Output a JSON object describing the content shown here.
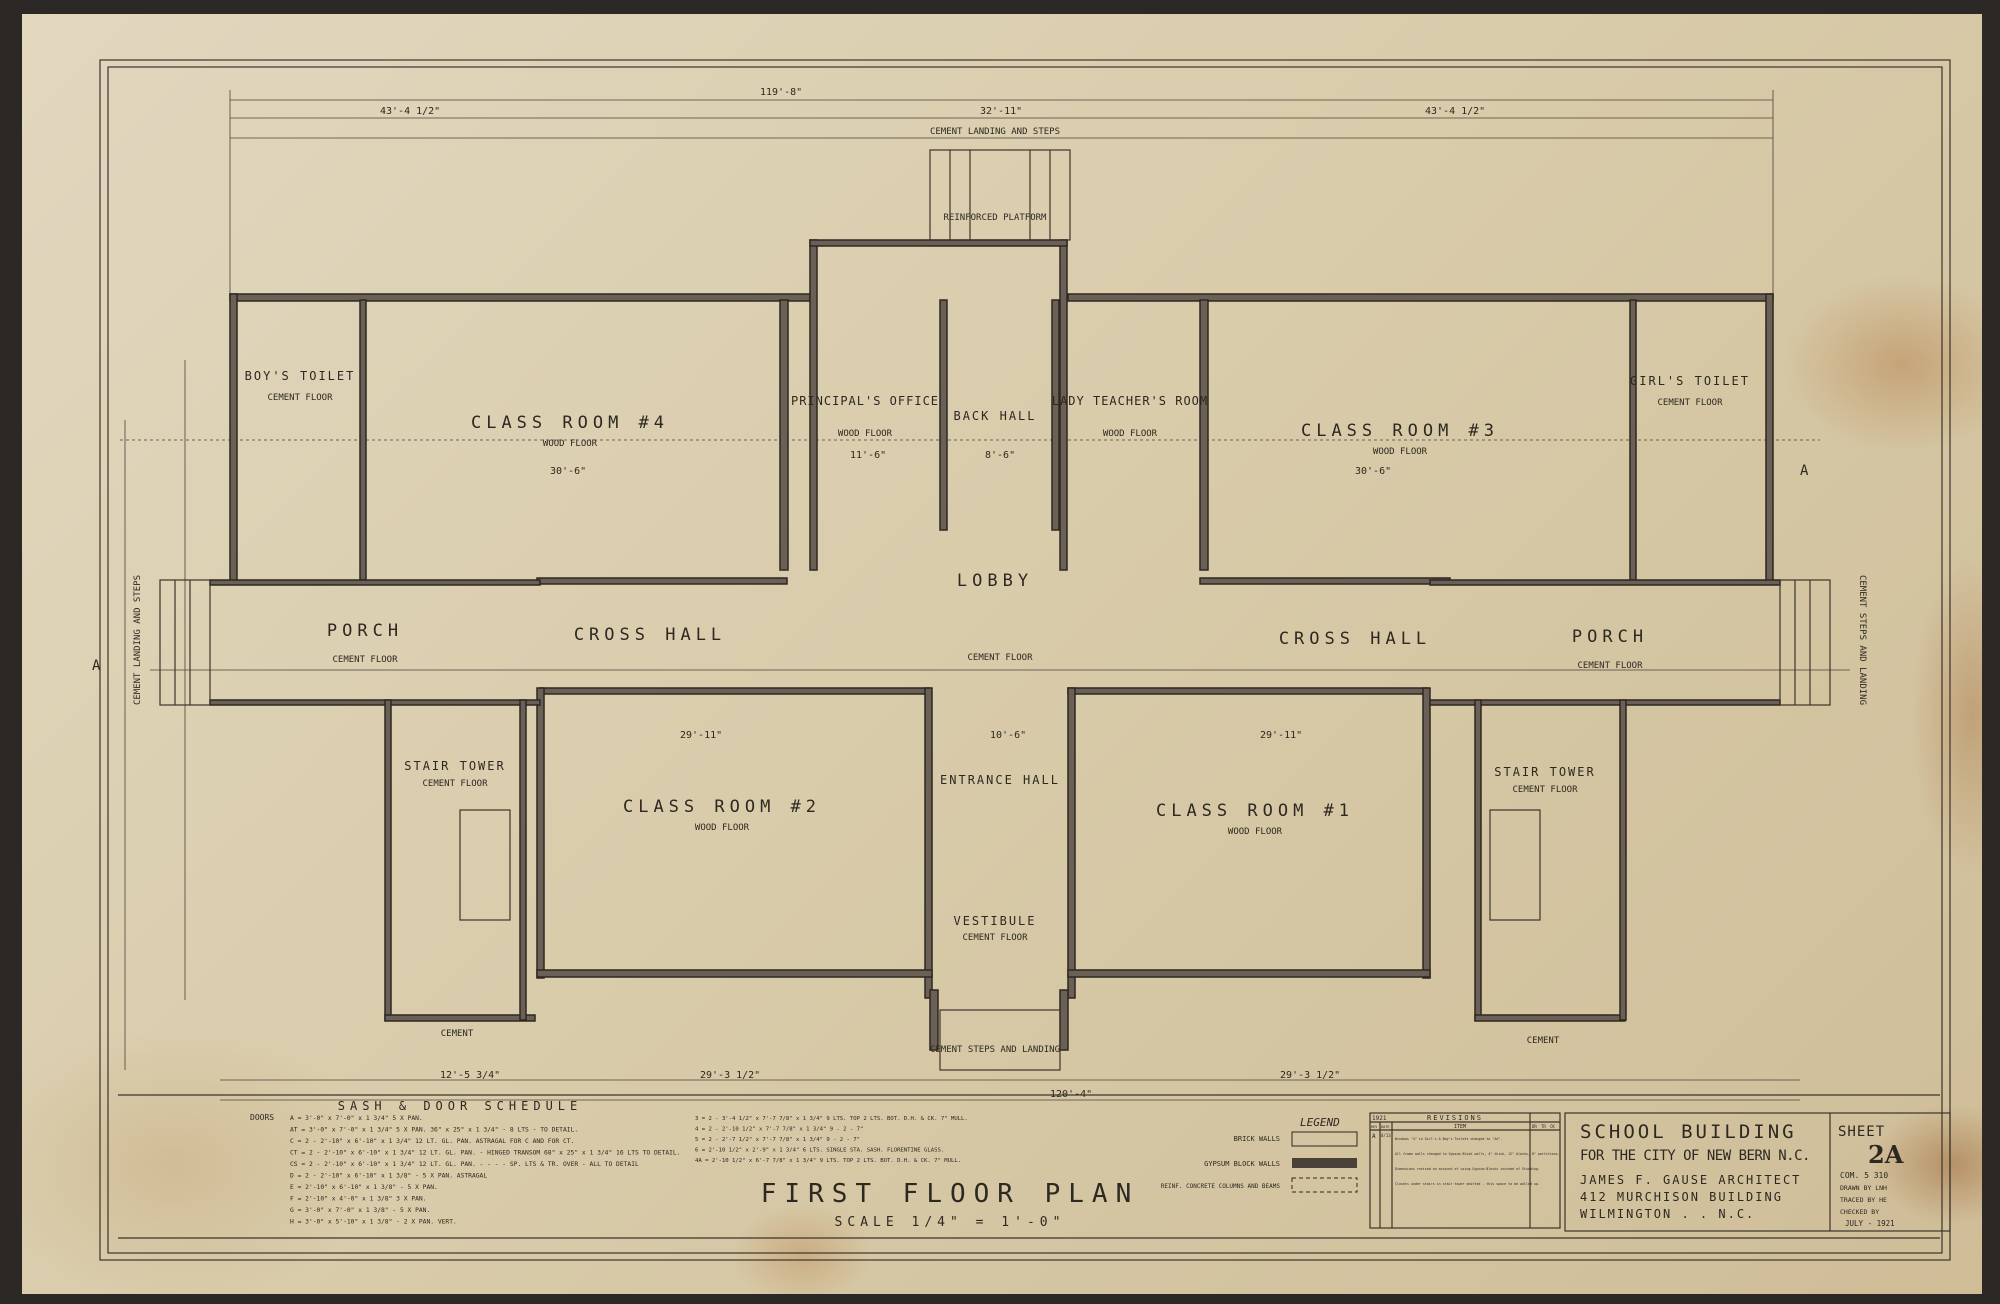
{
  "title_block": {
    "line1": "SCHOOL BUILDING",
    "line2": "FOR THE CITY OF NEW BERN N.C.",
    "line3": "JAMES F. GAUSE ARCHITECT",
    "line4": "412 MURCHISON BUILDING",
    "line5": "WILMINGTON . . N.C.",
    "sheet_label": "SHEET",
    "sheet_no": "2A",
    "com": "COM. 5 310",
    "drawn_by": "DRAWN BY LNH",
    "traced_by": "TRACED BY HE",
    "checked_by": "CHECKED BY",
    "date": "JULY - 1921"
  },
  "plan_title": "FIRST FLOOR PLAN",
  "scale": "SCALE 1/4\" = 1'-0\"",
  "dimensions": {
    "overall_top": "119'-8\"",
    "overall_bottom": "120'-4\"",
    "left_wing": "43'-4 1/2\"",
    "right_wing": "43'-4 1/2\"",
    "center_top": "32'-11\"",
    "classroom_width": "30'-6\"",
    "office_width": "11'-6\"",
    "back_hall_width": "8'-6\"",
    "entrance_width": "10'-6\"",
    "lower_class_width": "29'-11\"",
    "left_bottom": "29'-3 1/2\"",
    "right_bottom": "29'-3 1/2\"",
    "stair_width": "12'-5 3/4\""
  },
  "rooms": {
    "boys_toilet": "BOY'S TOILET",
    "boys_floor": "CEMENT FLOOR",
    "class4": "CLASS ROOM #4",
    "class4_floor": "WOOD FLOOR",
    "principal": "PRINCIPAL'S OFFICE",
    "principal_floor": "WOOD FLOOR",
    "back_hall": "BACK HALL",
    "lady": "LADY TEACHER'S ROOM",
    "lady_floor": "WOOD FLOOR",
    "class3": "CLASS ROOM #3",
    "class3_floor": "WOOD FLOOR",
    "girls_toilet": "GIRL'S TOILET",
    "girls_floor": "CEMENT FLOOR",
    "lobby": "LOBBY",
    "lobby_floor": "CEMENT FLOOR",
    "porch_l": "PORCH",
    "porch_l_floor": "CEMENT FLOOR",
    "porch_r": "PORCH",
    "porch_r_floor": "CEMENT FLOOR",
    "cross_l": "CROSS HALL",
    "cross_r": "CROSS HALL",
    "class2": "CLASS ROOM #2",
    "class2_floor": "WOOD FLOOR",
    "class1": "CLASS ROOM #1",
    "class1_floor": "WOOD FLOOR",
    "entrance": "ENTRANCE HALL",
    "vestibule": "VESTIBULE",
    "vestibule_floor": "CEMENT FLOOR",
    "stair_l": "STAIR TOWER",
    "stair_l_floor": "CEMENT FLOOR",
    "stair_r": "STAIR TOWER",
    "stair_r_floor": "CEMENT FLOOR",
    "landing_top": "CEMENT LANDING AND STEPS",
    "platform": "REINFORCED PLATFORM",
    "steps_bottom": "CEMENT STEPS AND LANDING",
    "cement_l": "CEMENT",
    "cement_r": "CEMENT",
    "landing_l": "CEMENT LANDING AND STEPS",
    "landing_r": "CEMENT STEPS AND LANDING",
    "section_a": "A"
  },
  "schedule": {
    "title": "SASH & DOOR SCHEDULE",
    "doors_label": "DOORS",
    "rows": [
      "A = 3'-0\" x 7'-0\" x 1 3/4\" 5 X PAN.",
      "AT = 3'-0\" x 7'-0\" x 1 3/4\" 5 X PAN. 36\" x 25\" x 1 3/4\" - 8 LTS - TO DETAIL.",
      "C = 2 - 2'-10\" x 6'-10\" x 1 3/4\" 12 LT. GL. PAN. ASTRAGAL FOR C AND FOR CT.",
      "CT = 2 - 2'-10\" x 6'-10\" x 1 3/4\" 12 LT. GL. PAN. - HINGED TRANSOM 68\" x 25\" x 1 3/4\" 16 LTS TO DETAIL.",
      "CS = 2 - 2'-10\" x 6'-10\" x 1 3/4\" 12 LT. GL. PAN. - - - - SP. LTS & TR. OVER - ALL TO DETAIL",
      "D = 2 - 2'-10\" x 6'-10\" x 1 3/8\" - 5 X PAN. ASTRAGAL",
      "E = 2'-10\" x 6'-10\" x 1 3/8\" - 5 X PAN.",
      "F = 2'-10\" x 4'-0\" x 1 3/8\" 3 X PAN.",
      "G = 3'-0\" x 7'-0\" x 1 3/8\" - 5 X PAN.",
      "H = 3'-0\" x 5'-10\" x 1 3/8\" - 2 X PAN. VERT."
    ],
    "sash": [
      "3 = 2 - 3'-4 1/2\" x 7'-7 7/8\" x 1 3/4\" 9 LTS. TOP 2 LTS. BOT. D.H. & CK. 7\" MULL.",
      "4 = 2 - 2'-10 1/2\" x 7'-7 7/8\" x 1 3/4\" 9 - 2 - 7\"",
      "5 = 2 - 2'-7 1/2\" x 7'-7 7/8\" x 1 3/4\" 9 - 2 - 7\"",
      "6 = 2'-10 1/2\" x 2'-9\" x 1 3/4\" 6 LTS. SINGLE STA. SASH. FLORENTINE GLASS.",
      "4A = 2'-10 1/2\" x 6'-7 7/8\" x 1 3/4\" 9 LTS. TOP 2 LTS. BOT. D.H. & CK. 7\" MULL."
    ]
  },
  "legend": {
    "title": "LEGEND",
    "items": [
      "BRICK WALLS",
      "GYPSUM BLOCK WALLS",
      "REINF. CONCRETE COLUMNS AND BEAMS"
    ]
  },
  "revisions": {
    "year": "1921",
    "title": "REVISIONS",
    "col_rev": "REV",
    "col_date": "DATE",
    "col_item": "ITEM",
    "col_dr": "DR",
    "col_tr": "TR",
    "col_ck": "CK",
    "rev": "A",
    "date": "8/13",
    "items": [
      "Windows \"4\" in Girl's & Boy's Toilets changed to \"4A\".",
      "All frame walls changed to Gypsum Block walls, 4\" thick, 12\" blocks, 8\" partitions.",
      "Dimensions revised on account of using Gypsum Blocks instead of Studding.",
      "Closets under stairs in stair tower omitted - this space to be walled up."
    ]
  },
  "colors": {
    "paper": "#ddd1b4",
    "ink": "#2d2821"
  }
}
